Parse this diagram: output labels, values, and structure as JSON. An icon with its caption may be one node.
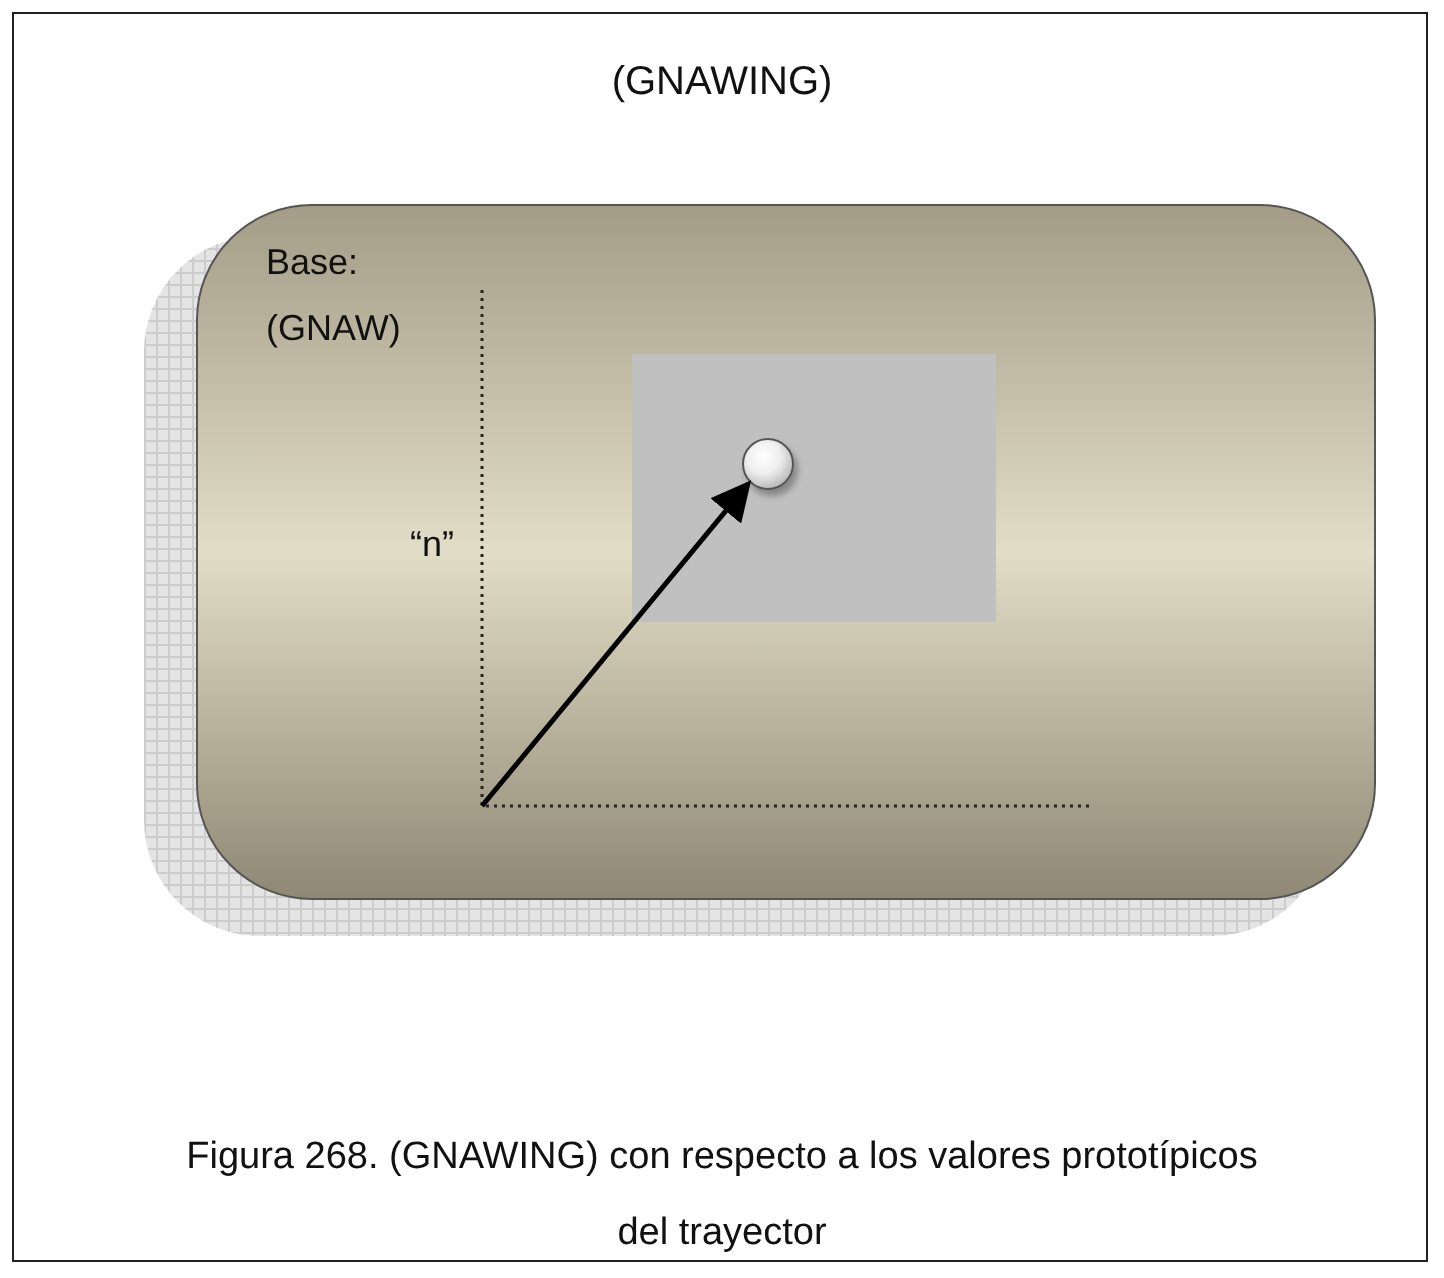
{
  "diagram": {
    "title": "(GNAWING)",
    "caption": "Figura 268. (GNAWING) con respecto a los valores prototípicos del trayector",
    "nodes": [
      {
        "text": [
          "Base: (GNAW)"
        ]
      },
      {
        "text": [],
        "shape": "box",
        "in": 0
      },
      {
        "text": [],
        "shape": "circle",
        "in": 1
      }
    ],
    "edges": [
      {
        "from": null,
        "to": 2,
        "arrow": "to"
      }
    ],
    "labels": [
      "“n”"
    ]
  }
}
